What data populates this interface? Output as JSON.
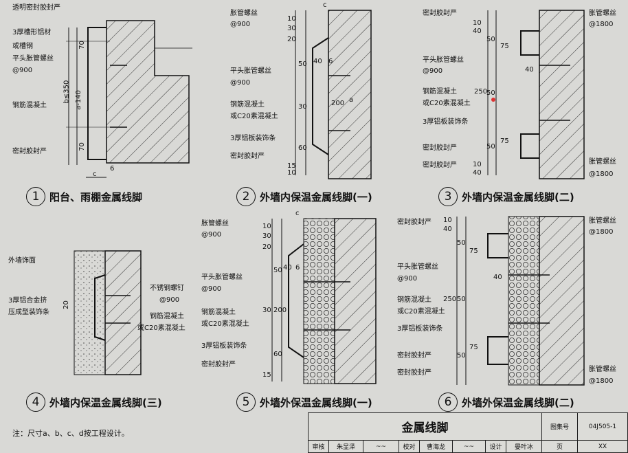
{
  "details": [
    {
      "id": "1",
      "caption": "阳台、雨棚金属线脚",
      "labels": [
        "透明密封胶封严",
        "3厚槽形铝材",
        "或槽钢",
        "平头胀管螺丝",
        "@900",
        "钢筋混凝土",
        "密封胶封严"
      ],
      "dims": [
        "70",
        "b≤350",
        "a-140",
        "70",
        "c",
        "6"
      ]
    },
    {
      "id": "2",
      "caption": "外墙内保温金属线脚(一)",
      "labels": [
        "胀管螺丝",
        "@900",
        "平头胀管螺丝",
        "@900",
        "钢筋混凝土",
        "或C20素混凝土",
        "3厚铝板装饰条",
        "密封胶封严"
      ],
      "dims": [
        "c",
        "10",
        "30",
        "20",
        "50",
        "40",
        "6",
        "30",
        "200",
        "a",
        "60",
        "15",
        "10"
      ]
    },
    {
      "id": "3",
      "caption": "外墙内保温金属线脚(二)",
      "labels": [
        "密封胶封严",
        "胀管螺丝",
        "@1800",
        "平头胀管螺丝",
        "@900",
        "钢筋混凝土",
        "或C20素混凝土",
        "3厚铝板装饰条",
        "密封胶封严",
        "密封胶封严",
        "胀管螺丝",
        "@1800"
      ],
      "dims": [
        "10",
        "40",
        "50",
        "75",
        "40",
        "250",
        "50",
        "75",
        "50",
        "10",
        "40"
      ]
    },
    {
      "id": "4",
      "caption": "外墙内保温金属线脚(三)",
      "labels": [
        "外墙饰面",
        "3厚铝合金挤",
        "压成型装饰条",
        "不锈钢螺钉",
        "@900",
        "钢筋混凝土",
        "或C20素混凝土"
      ],
      "dims": [
        "20"
      ]
    },
    {
      "id": "5",
      "caption": "外墙外保温金属线脚(一)",
      "labels": [
        "胀管螺丝",
        "@900",
        "平头胀管螺丝",
        "@900",
        "钢筋混凝土",
        "或C20素混凝土",
        "3厚铝板装饰条",
        "密封胶封严"
      ],
      "dims": [
        "c",
        "10",
        "30",
        "20",
        "50",
        "40",
        "6",
        "30",
        "200",
        "60",
        "15"
      ]
    },
    {
      "id": "6",
      "caption": "外墙外保温金属线脚(二)",
      "labels": [
        "密封胶封严",
        "胀管螺丝",
        "@1800",
        "平头胀管螺丝",
        "@900",
        "钢筋混凝土",
        "或C20素混凝土",
        "3厚铝板装饰条",
        "密封胶封严",
        "密封胶封严",
        "胀管螺丝",
        "@1800"
      ],
      "dims": [
        "10",
        "40",
        "50",
        "75",
        "40",
        "250",
        "50",
        "75",
        "50"
      ]
    }
  ],
  "note": "注：尺寸a、b、c、d按工程设计。",
  "title_block": {
    "title": "金属线脚",
    "atlas_label": "图集号",
    "atlas_no": "04J505-1",
    "row": [
      "审核",
      "朱显泽",
      "校对",
      "曹海龙",
      "设计",
      "晏叶冰",
      "页"
    ],
    "page_no": "XX"
  },
  "colors": {
    "background": "#d9d9d6",
    "line": "#111111",
    "hatch": "#333333"
  }
}
